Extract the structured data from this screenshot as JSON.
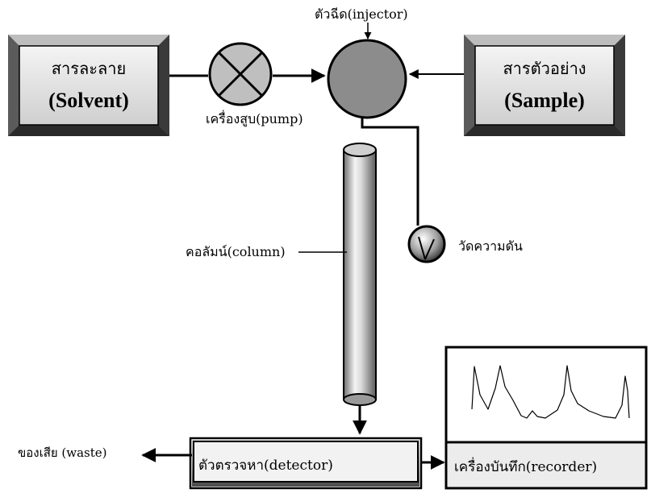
{
  "diagram": {
    "solvent": {
      "thai": "สารละลาย",
      "en": "(Solvent)"
    },
    "sample": {
      "thai": "สารตัวอย่าง",
      "en": "(Sample)"
    },
    "pump_label": "เครื่องสูบ(pump)",
    "injector_label": "ตัวฉีด(injector)",
    "column_label": "คอลัมน์(column)",
    "pressure_label": "วัดความดัน",
    "detector_label": "ตัวตรวจหา(detector)",
    "waste_label": "ของเสีย (waste)",
    "recorder_label": "เครื่องบันทึก(recorder)"
  }
}
